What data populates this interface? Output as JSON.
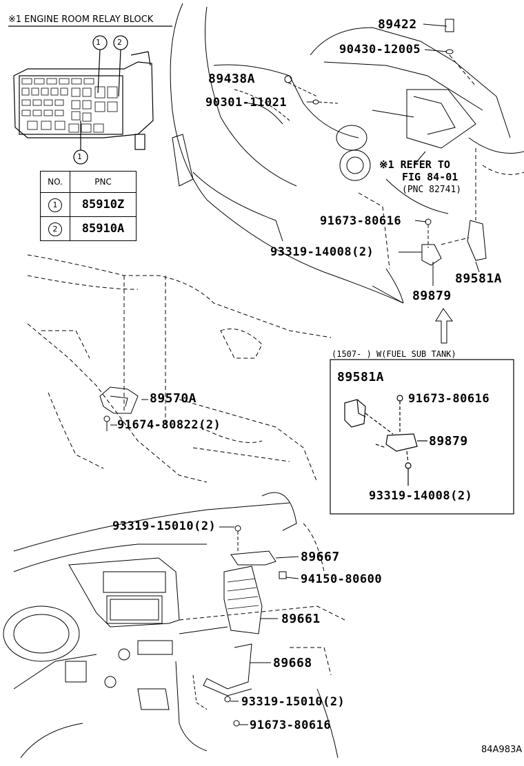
{
  "relay_block": {
    "title": "※1 ENGINE ROOM RELAY BLOCK",
    "callouts": [
      "1",
      "2",
      "1"
    ]
  },
  "pnc_table": {
    "header_no": "NO.",
    "header_pnc": "PNC",
    "rows": [
      {
        "no": "1",
        "pnc": "85910Z"
      },
      {
        "no": "2",
        "pnc": "85910A"
      }
    ]
  },
  "parts": {
    "p89422": "89422",
    "p90430": "90430-12005",
    "p89438a": "89438A",
    "p90301": "90301-11021",
    "ref_line1": "※1 REFER TO",
    "ref_line2": "FIG 84-01",
    "ref_line3": "(PNC 82741)",
    "p91673_top": "91673-80616",
    "p93319_14008": "93319-14008(2)",
    "p89581a": "89581A",
    "p89879": "89879",
    "p89570a": "89570A",
    "p91674": "91674-80822(2)",
    "p93319_15010_a": "93319-15010(2)",
    "p89667": "89667",
    "p94150": "94150-80600",
    "p89661": "89661",
    "p89668": "89668",
    "p93319_15010_b": "93319-15010(2)",
    "p91673_bottom": "91673-80616"
  },
  "inset": {
    "condition": "(1507-       ) W(FUEL SUB TANK)",
    "p89581a": "89581A",
    "p91673": "91673-80616",
    "p89879": "89879",
    "p93319": "93319-14008(2)"
  },
  "figure_code": "84A983A"
}
